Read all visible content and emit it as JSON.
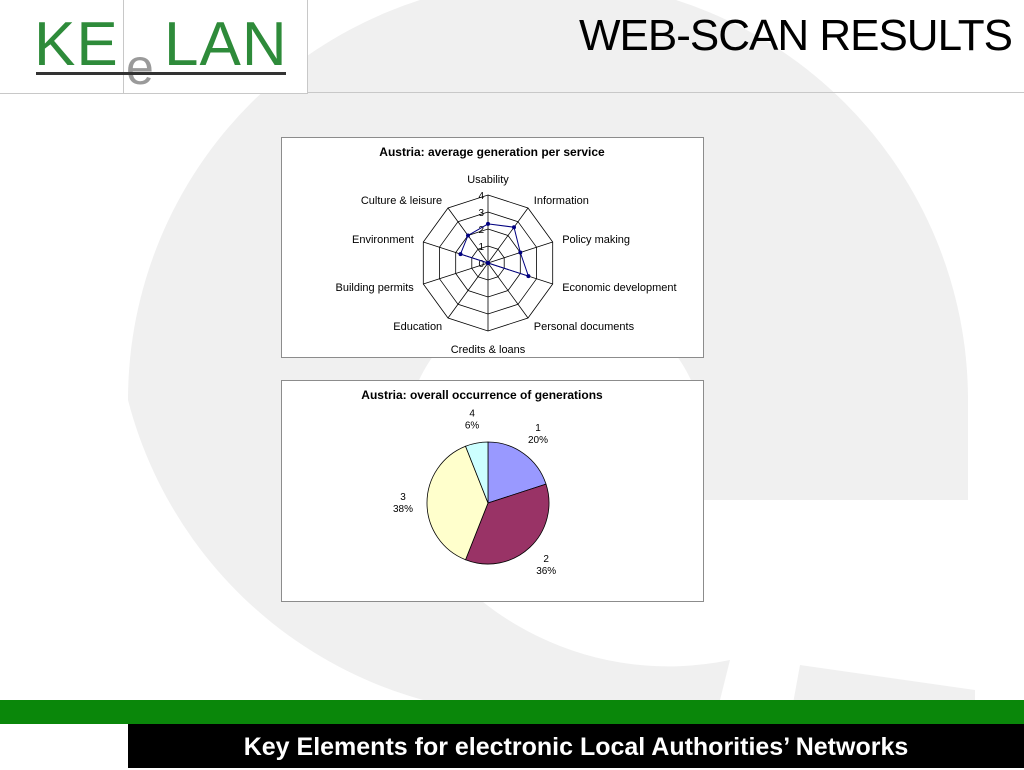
{
  "header": {
    "logo": {
      "ke": "KE",
      "e": "e",
      "lan": "LAN"
    },
    "title": "WEB-SCAN RESULTS"
  },
  "footer": {
    "tagline": "Key Elements for electronic Local Authorities’ Networks"
  },
  "colors": {
    "brand_green": "#0a870a",
    "logo_green": "#2e8b3a",
    "watermark": "#f0f0f0",
    "radar_series": "#000080"
  },
  "chart_data": [
    {
      "type": "radar",
      "title": "Austria: average generation per service",
      "categories": [
        "Usability",
        "Information",
        "Policy making",
        "Economic development",
        "Personal documents",
        "Credits & loans",
        "Education",
        "Building permits",
        "Environment",
        "Culture & leisure"
      ],
      "values": [
        2.3,
        2.6,
        2.0,
        2.5,
        0,
        0,
        0,
        0,
        1.7,
        2.0
      ],
      "radial_ticks": [
        "0",
        "1",
        "2",
        "3",
        "4"
      ],
      "rlim": [
        0,
        4
      ],
      "legend": "none"
    },
    {
      "type": "pie",
      "title": "Austria: overall occurrence of generations",
      "slices": [
        {
          "label": "1",
          "value": 20,
          "pct": "20%",
          "color": "#9999ff"
        },
        {
          "label": "2",
          "value": 36,
          "pct": "36%",
          "color": "#993366"
        },
        {
          "label": "3",
          "value": 38,
          "pct": "38%",
          "color": "#ffffcc"
        },
        {
          "label": "4",
          "value": 6,
          "pct": "6%",
          "color": "#ccffff"
        }
      ],
      "start": "top",
      "direction": "clockwise",
      "legend": "none"
    }
  ]
}
